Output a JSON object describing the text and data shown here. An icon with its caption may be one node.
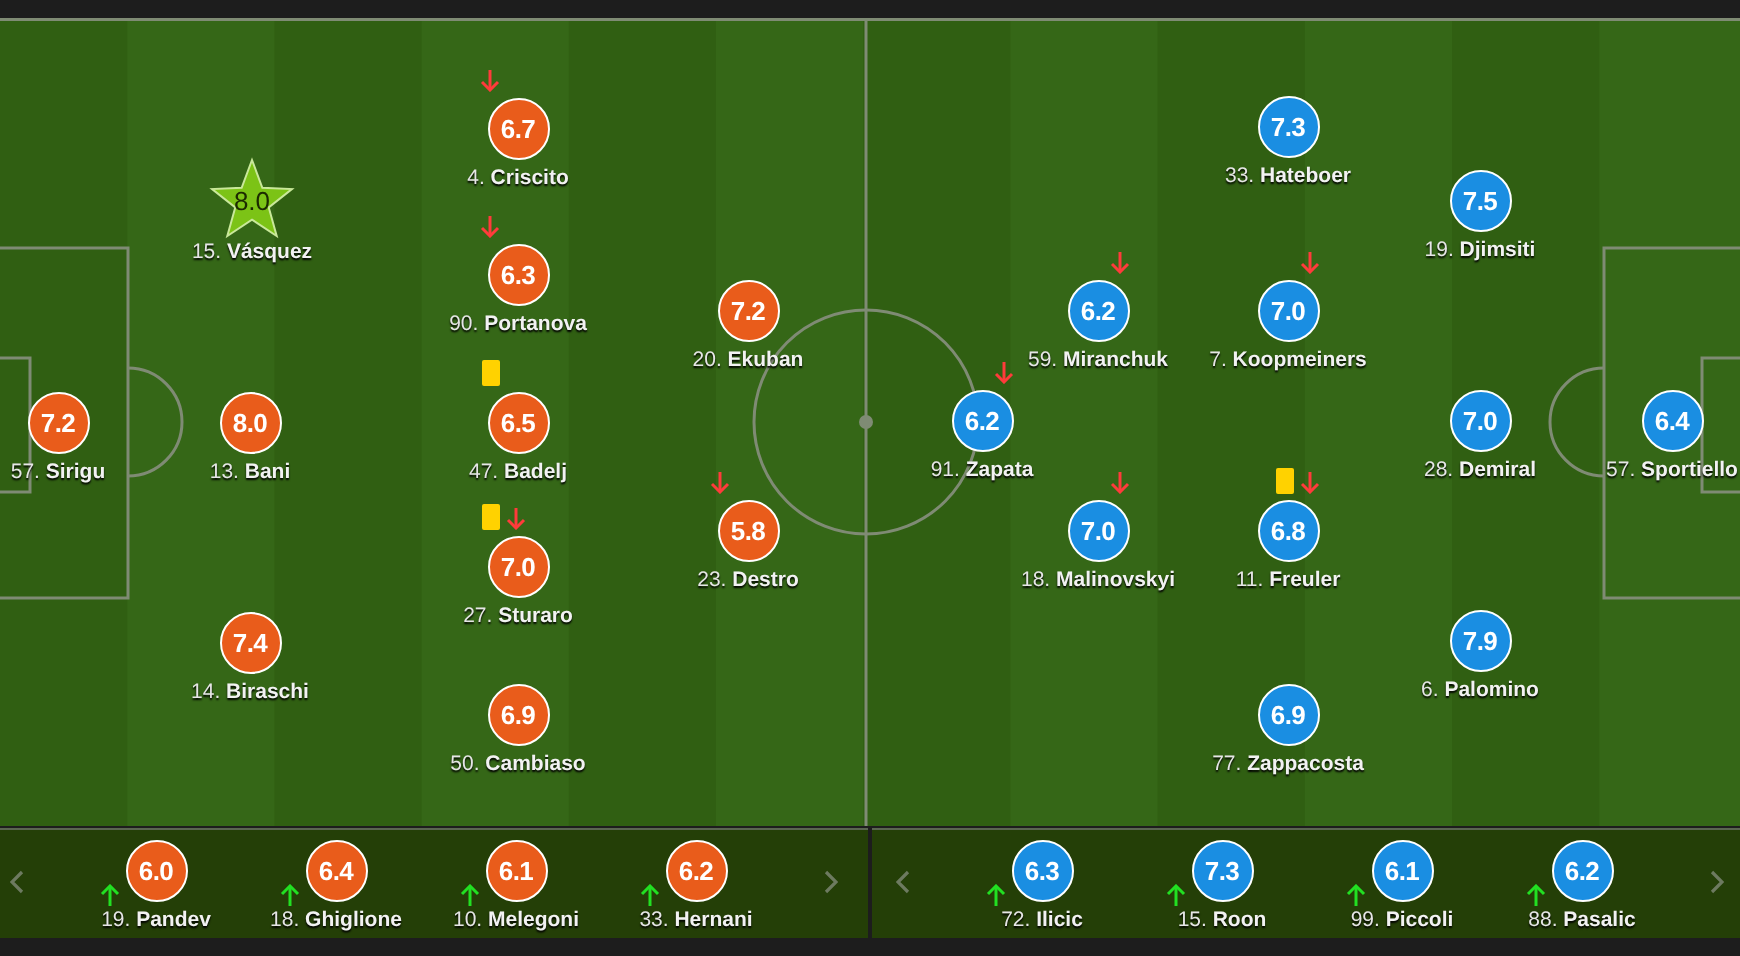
{
  "diagram": {
    "nodes": [
      {
        "text": [
          "7.2"
        ],
        "beside": [
          "57. **Sirigu**"
        ]
      },
      {
        "text": [
          "8.0"
        ],
        "beside": [
          "15. **Vásquez**"
        ]
      },
      {
        "text": [
          "8.0"
        ],
        "beside": [
          "13. **Bani**"
        ]
      },
      {
        "text": [
          "7.4"
        ],
        "beside": [
          "14. **Biraschi**"
        ]
      },
      {
        "text": [
          "6.7"
        ],
        "beside": [
          "4. **Criscito**"
        ]
      },
      {
        "text": [
          "6.3"
        ],
        "beside": [
          "90. **Portanova**"
        ]
      },
      {
        "text": [
          "6.5"
        ],
        "beside": [
          "47. **Badelj**"
        ]
      },
      {
        "text": [
          "7.0"
        ],
        "beside": [
          "27. **Sturaro**"
        ]
      },
      {
        "text": [
          "6.9"
        ],
        "beside": [
          "50. **Cambiaso**"
        ]
      },
      {
        "text": [
          "7.2"
        ],
        "beside": [
          "20. **Ekuban**"
        ]
      },
      {
        "text": [
          "5.8"
        ],
        "beside": [
          "23. **Destro**"
        ]
      },
      {
        "text": [
          "6.2"
        ],
        "beside": [
          "91. **Zapata**"
        ]
      },
      {
        "text": [
          "6.2"
        ],
        "beside": [
          "59. **Miranchuk**"
        ]
      },
      {
        "text": [
          "7.0"
        ],
        "beside": [
          "18. **Malinovskyi**"
        ]
      },
      {
        "text": [
          "7.3"
        ],
        "beside": [
          "33. **Hateboer**"
        ]
      },
      {
        "text": [
          "7.0"
        ],
        "beside": [
          "7. **Koopmeiners**"
        ]
      },
      {
        "text": [
          "6.8"
        ],
        "beside": [
          "11. **Freuler**"
        ]
      },
      {
        "text": [
          "6.9"
        ],
        "beside": [
          "77. **Zappacosta**"
        ]
      },
      {
        "text": [
          "7.5"
        ],
        "beside": [
          "19. **Djimsiti**"
        ]
      },
      {
        "text": [
          "7.0"
        ],
        "beside": [
          "28. **Demiral**"
        ]
      },
      {
        "text": [
          "7.9"
        ],
        "beside": [
          "6. **Palomino**"
        ]
      },
      {
        "text": [
          "6.4"
        ],
        "beside": [
          "57. **Sportiello**"
        ]
      },
      {
        "text": [
          "6.0"
        ],
        "beside": [
          "19. **Pandev**"
        ]
      },
      {
        "text": [
          "6.4"
        ],
        "beside": [
          "18. **Ghiglione**"
        ]
      },
      {
        "text": [
          "6.1"
        ],
        "beside": [
          "10. **Melegoni**"
        ]
      },
      {
        "text": [
          "6.2"
        ],
        "beside": [
          "33. **Hernani**"
        ]
      },
      {
        "text": [
          "6.3"
        ],
        "beside": [
          "72. **Ilicic**"
        ]
      },
      {
        "text": [
          "7.3"
        ],
        "beside": [
          "15. **Roon**"
        ]
      },
      {
        "text": [
          "6.1"
        ],
        "beside": [
          "99. **Piccoli**"
        ]
      },
      {
        "text": [
          "6.2"
        ],
        "beside": [
          "88. **Pasalic**"
        ]
      }
    ]
  }
}
